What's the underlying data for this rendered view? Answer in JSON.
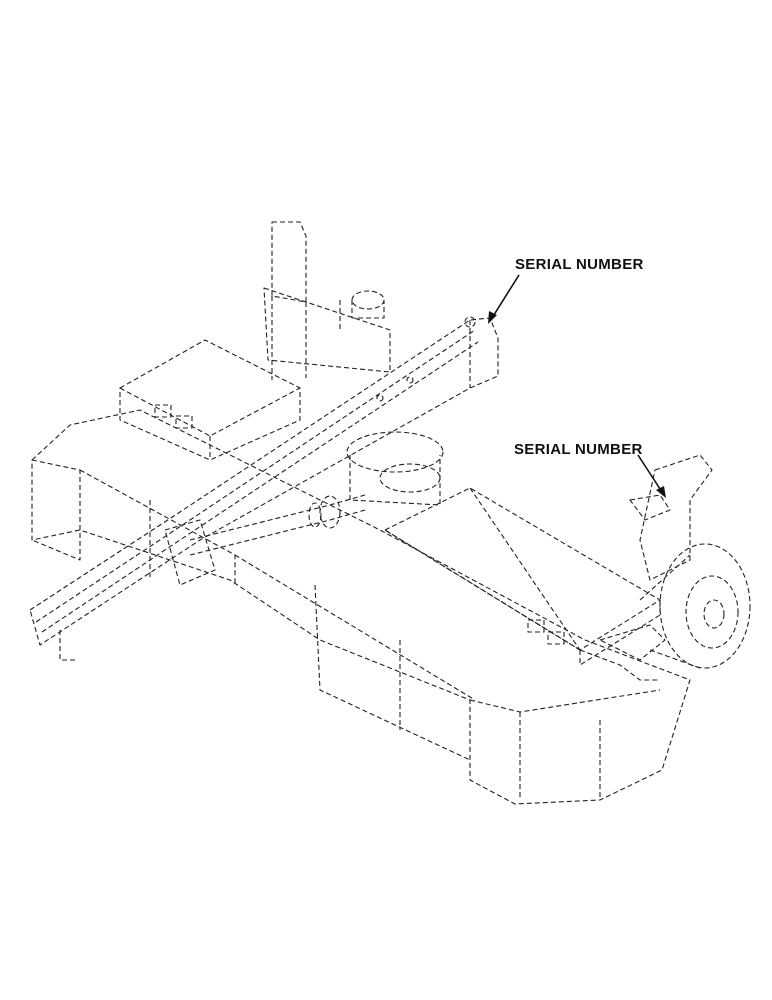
{
  "callouts": [
    {
      "label": "SERIAL NUMBER",
      "target": "hitch-frame-top"
    },
    {
      "label": "SERIAL NUMBER",
      "target": "wheel-arm-tower"
    }
  ],
  "colors": {
    "line": "#222222",
    "background": "#ffffff",
    "label": "#111111"
  }
}
